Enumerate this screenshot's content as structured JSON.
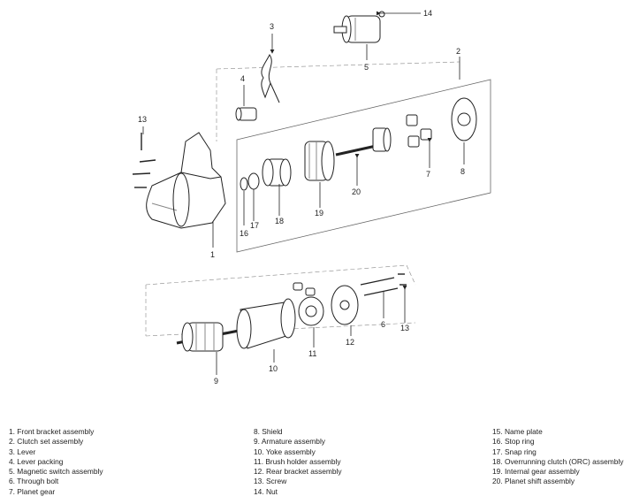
{
  "callouts": {
    "c1": "1",
    "c2": "2",
    "c3": "3",
    "c4": "4",
    "c5": "5",
    "c6": "6",
    "c7": "7",
    "c8": "8",
    "c9": "9",
    "c10": "10",
    "c11": "11",
    "c12": "12",
    "c13a": "13",
    "c13b": "13",
    "c14": "14",
    "c16": "16",
    "c17": "17",
    "c18": "18",
    "c19": "19",
    "c20": "20"
  },
  "legend": {
    "col1": [
      "1. Front bracket assembly",
      "2. Clutch set assembly",
      "3. Lever",
      "4. Lever packing",
      "5. Magnetic switch assembly",
      "6. Through bolt",
      "7. Planet gear"
    ],
    "col2": [
      "8. Shield",
      "9. Armature assembly",
      "10. Yoke assembly",
      "11. Brush holder assembly",
      "12. Rear bracket assembly",
      "13. Screw",
      "14. Nut"
    ],
    "col3": [
      "15. Name plate",
      "16. Stop ring",
      "17. Snap ring",
      "18. Overrunning clutch (ORC) assembly",
      "19. Internal gear assembly",
      "20. Planet shift assembly"
    ]
  }
}
